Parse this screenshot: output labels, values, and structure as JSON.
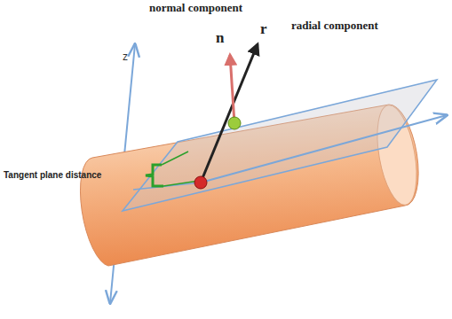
{
  "diagram": {
    "labels": [
      "normal component",
      "n",
      "radial component",
      "r",
      "z",
      "Tangent plane distance"
    ]
  }
}
